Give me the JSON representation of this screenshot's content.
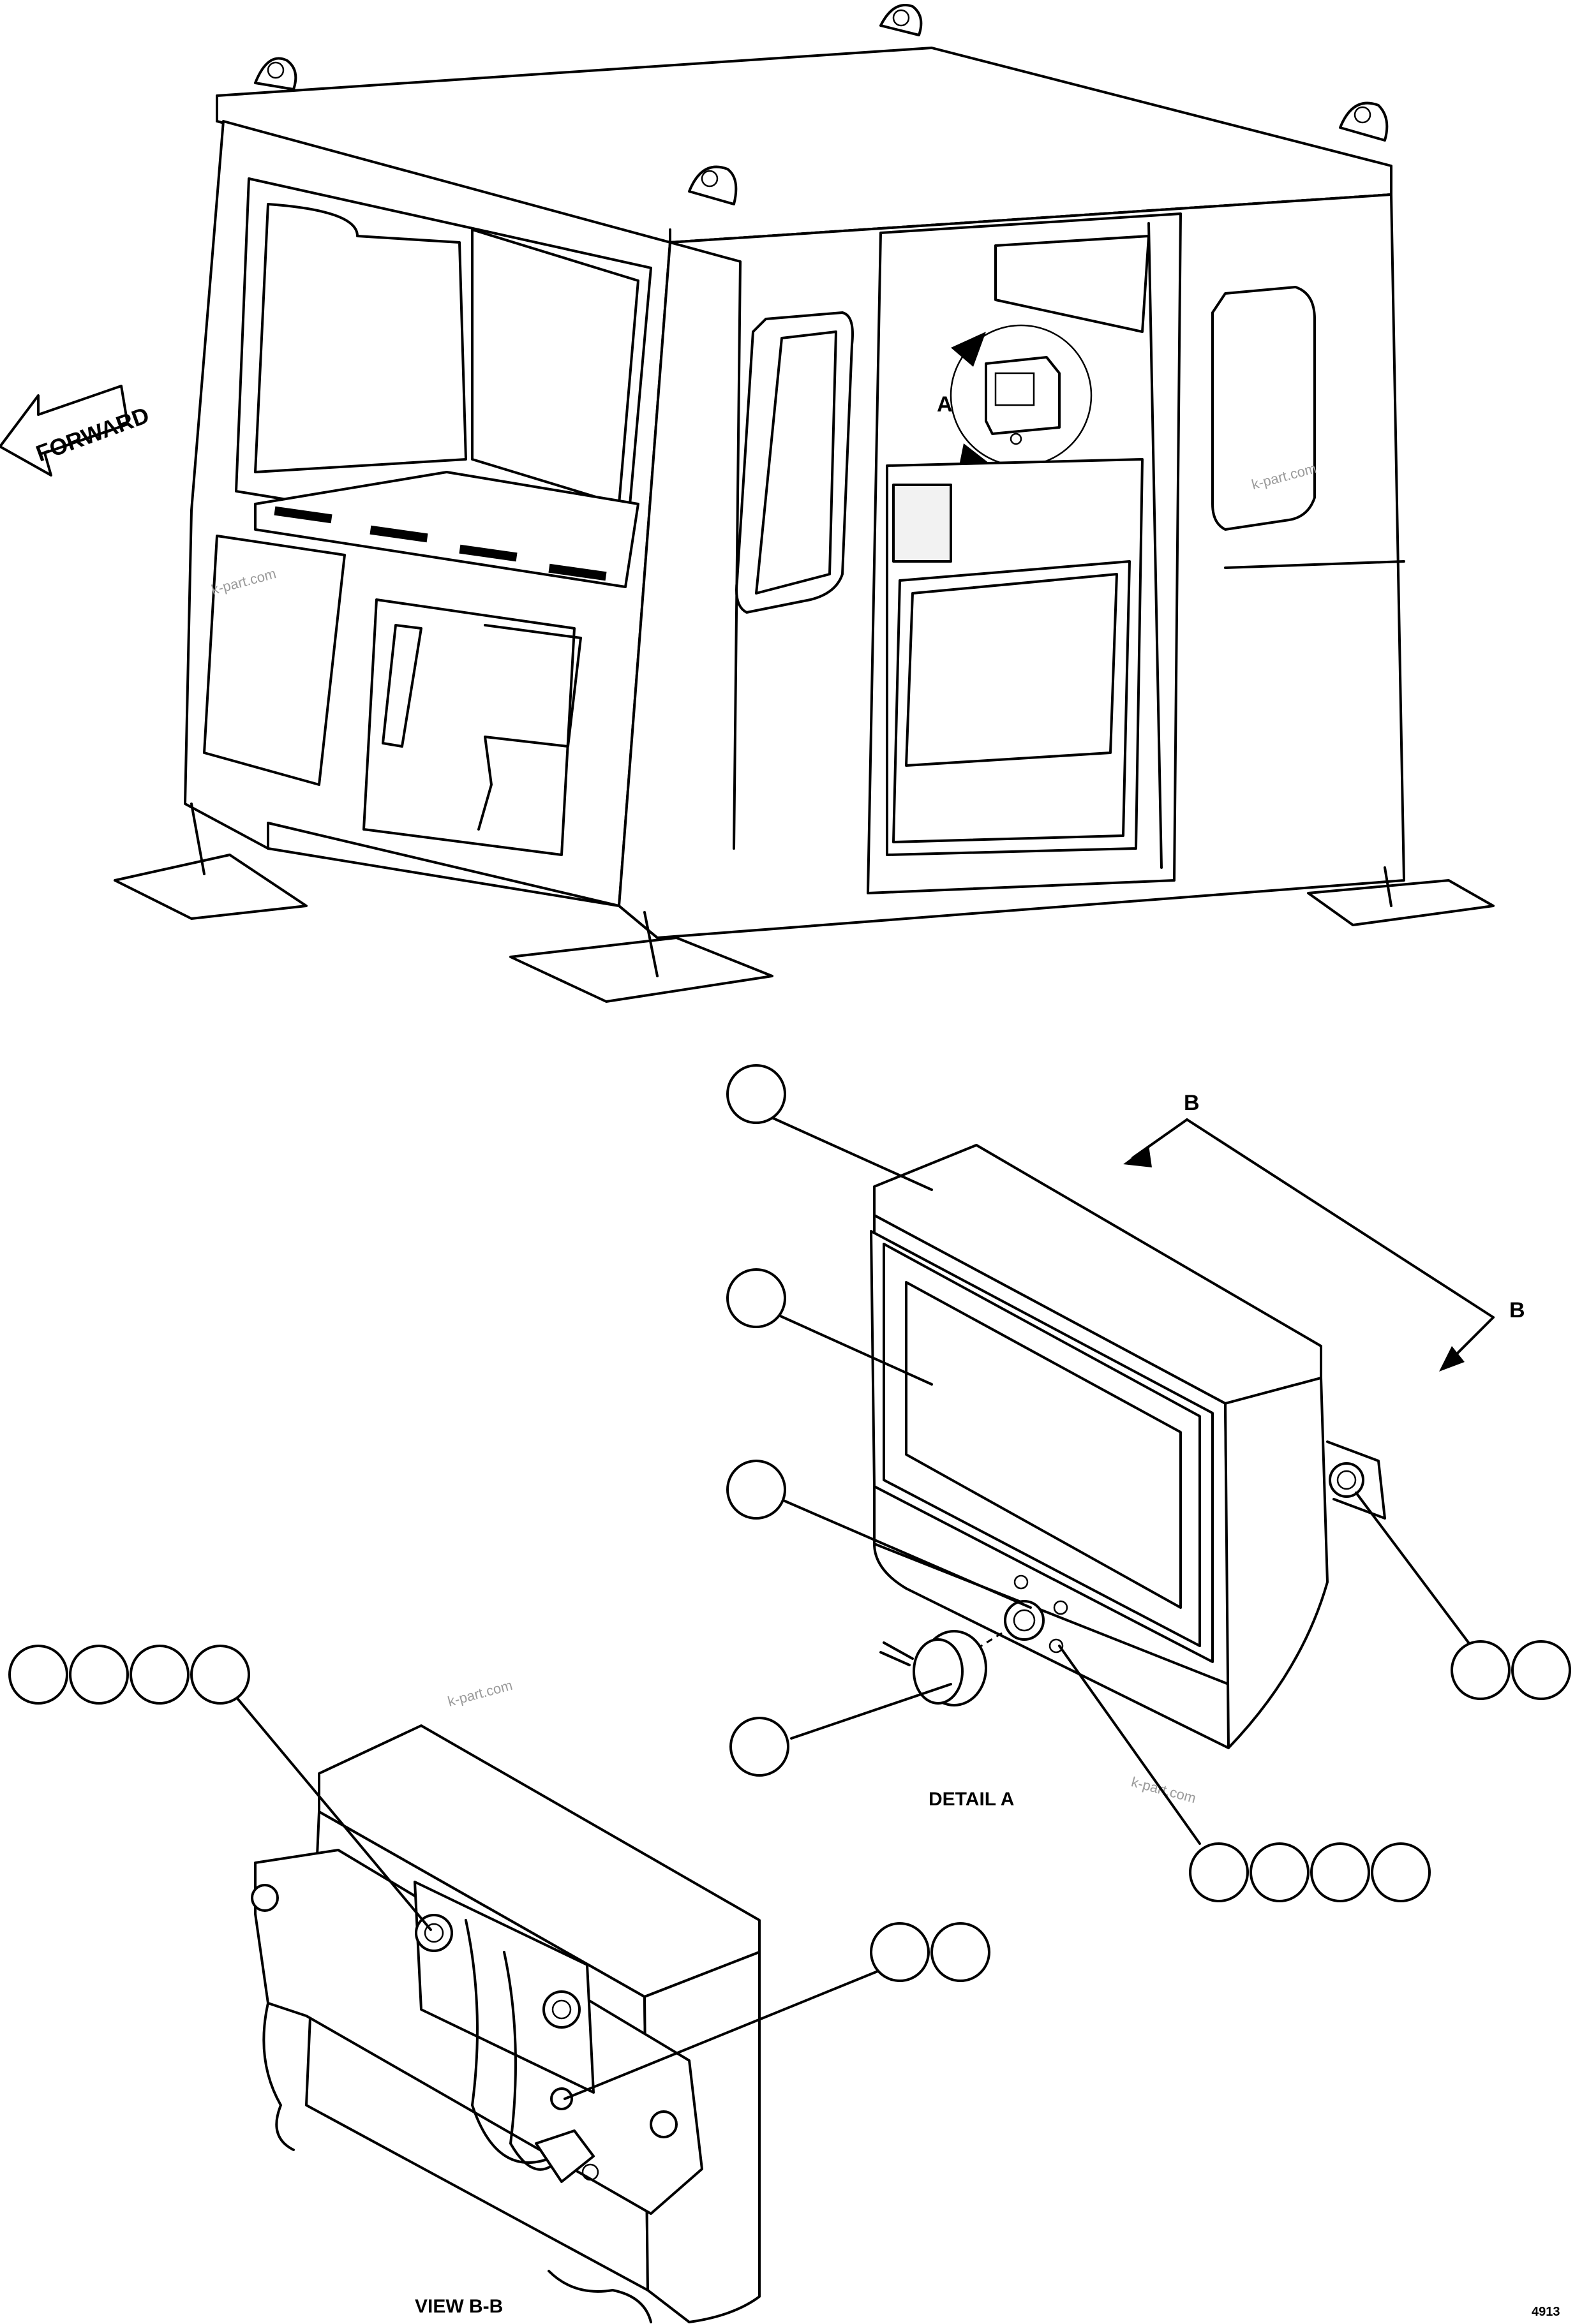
{
  "labels": {
    "forward": "FORWARD",
    "detail_marker": "A",
    "section_marker_top": "B",
    "section_marker_right": "B",
    "detail_title": "DETAIL A",
    "view_title": "VIEW B-B",
    "drawing_number": "4913"
  },
  "watermarks": [
    "k-part.com",
    "k-part.com",
    "k-part.com",
    "k-part.com"
  ]
}
